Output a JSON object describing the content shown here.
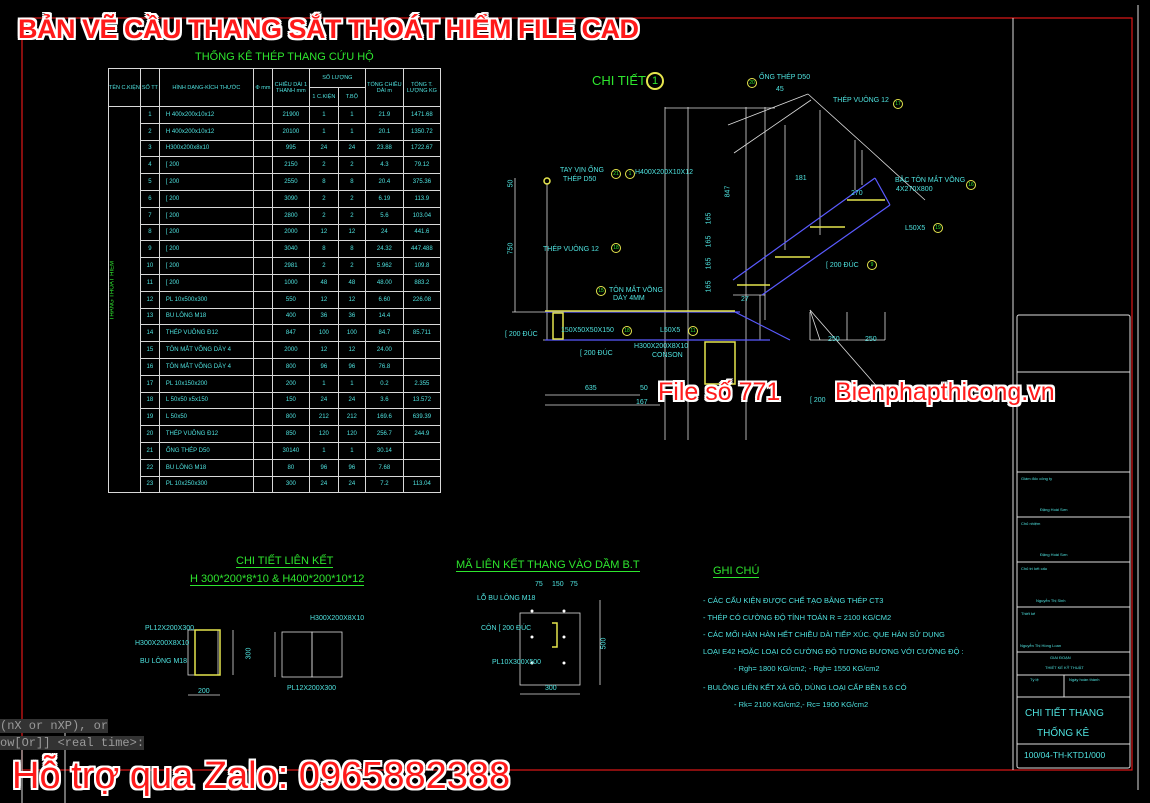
{
  "title": "BẢN VẼ CẦU THANG SẮT THOÁT HIỂM FILE CAD",
  "table": {
    "title": "THỐNG KÊ THÉP THANG CỨU HỘ",
    "headers": {
      "name": "TÊN C.KIỆN",
      "no": "SỐ TT",
      "shape": "HÌNH DẠNG-KÍCH THƯỚC",
      "phi": "Φ mm",
      "len": "CHIỀU DÀI 1 THANH mm",
      "qty": "SỐ LƯỢNG",
      "qty1": "1 C.KIỆN",
      "qtyall": "T.BỘ",
      "tlen": "TỔNG CHIỀU DÀI m",
      "tw": "TỔNG T. LƯỢNG KG"
    },
    "group": "THANG THOÁT HIỂM",
    "rows": [
      [
        "1",
        "H 400x200x10x12",
        "21900",
        "1",
        "1",
        "21.9",
        "1471.68"
      ],
      [
        "2",
        "H 400x200x10x12",
        "20100",
        "1",
        "1",
        "20.1",
        "1350.72"
      ],
      [
        "3",
        "H300x200x8x10",
        "995",
        "24",
        "24",
        "23.88",
        "1722.67"
      ],
      [
        "4",
        "[ 200",
        "2150",
        "2",
        "2",
        "4.3",
        "79.12"
      ],
      [
        "5",
        "[ 200",
        "2550",
        "8",
        "8",
        "20.4",
        "375.36"
      ],
      [
        "6",
        "[ 200",
        "3090",
        "2",
        "2",
        "6.19",
        "113.9"
      ],
      [
        "7",
        "[ 200",
        "2800",
        "2",
        "2",
        "5.6",
        "103.04"
      ],
      [
        "8",
        "[ 200",
        "2000",
        "12",
        "12",
        "24",
        "441.6"
      ],
      [
        "9",
        "[ 200",
        "3040",
        "8",
        "8",
        "24.32",
        "447.488"
      ],
      [
        "10",
        "[ 200",
        "2981",
        "2",
        "2",
        "5.962",
        "109.8"
      ],
      [
        "11",
        "[ 200",
        "1000",
        "48",
        "48",
        "48.00",
        "883.2"
      ],
      [
        "12",
        "PL 10x500x300",
        "550",
        "12",
        "12",
        "6.60",
        "226.08"
      ],
      [
        "13",
        "BU LÔNG M18",
        "400",
        "36",
        "36",
        "14.4",
        ""
      ],
      [
        "14",
        "THÉP VUÔNG Đ12",
        "847",
        "100",
        "100",
        "84.7",
        "85.711"
      ],
      [
        "15",
        "TÔN MẮT VÕNG DÀY 4",
        "2000",
        "12",
        "12",
        "24.00",
        ""
      ],
      [
        "16",
        "TÔN MẮT VÕNG DÀY 4",
        "800",
        "96",
        "96",
        "76.8",
        ""
      ],
      [
        "17",
        "PL 10x150x200",
        "200",
        "1",
        "1",
        "0.2",
        "2.355"
      ],
      [
        "18",
        "L 50x50 x5x150",
        "150",
        "24",
        "24",
        "3.6",
        "13.572"
      ],
      [
        "19",
        "L 50x50",
        "800",
        "212",
        "212",
        "169.6",
        "639.39"
      ],
      [
        "20",
        "THÉP VUÔNG Đ12",
        "850",
        "120",
        "120",
        "256.7",
        "244.9"
      ],
      [
        "21",
        "ỐNG THÉP D50",
        "30140",
        "1",
        "1",
        "30.14",
        ""
      ],
      [
        "22",
        "BU LÔNG M18",
        "80",
        "96",
        "96",
        "7.68",
        ""
      ],
      [
        "23",
        "PL 10x250x300",
        "300",
        "24",
        "24",
        "7.2",
        "113.04"
      ]
    ]
  },
  "detail": {
    "title": "CHI TIẾT",
    "num": "1",
    "labels": {
      "ong": "ỐNG THÉP D50",
      "d45": "45",
      "tv12a": "THÉP VUÔNG 12",
      "tayvin1": "TAY VỊN ỐNG",
      "tayvin2": "THÉP D50",
      "h400": "H400X200X10X12",
      "d847": "847",
      "d181": "181",
      "bac1": "BẬC TÔN MẮT VÕNG",
      "bac2": "4X270X800",
      "d270": "270",
      "l50": "L50X5",
      "c200a": "[ 200 ĐÚC",
      "tv12b": "THÉP VUÔNG 12",
      "d750": "750",
      "d50": "50",
      "ton1": "TÔN MẮT VÕNG",
      "ton2": "DÀY 4MM",
      "c200b": "[ 200 ĐÚC",
      "l150": "150X50X50X150",
      "l50b": "L50X5",
      "c200c": "[ 200 ĐÚC",
      "h300": "H300X200X8X10",
      "conson": "CONSON",
      "d27": "27",
      "d250a": "250",
      "d250b": "250",
      "d635": "635",
      "d50b": "50",
      "d167": "167",
      "d165": "165",
      "c200d": "[ 200"
    },
    "circles": {
      "c20": "20",
      "c17": "17",
      "c21": "21",
      "c1": "1",
      "c16": "16",
      "c19": "19",
      "c9": "9",
      "c18": "18",
      "c15": "15",
      "c18b": "18",
      "c11": "11"
    }
  },
  "lienket": {
    "title1": "CHI TIẾT LIÊN KẾT",
    "title2": "H 300*200*8*10 & H400*200*10*12",
    "pl": "PL12X200X300",
    "h300": "H300X200X8X10",
    "bulong": "BU LÔNG M18",
    "h300b": "H300X200X8X10",
    "plb": "PL12X200X300",
    "d300": "300",
    "d200": "200"
  },
  "ma": {
    "title": "MÃ LIÊN KẾT THANG VÀO DẦM B.T",
    "lo": "LỖ BU LÔNG M18",
    "con": "CÔN [ 200 ĐÚC",
    "pl": "PL10X300X500",
    "d75a": "75",
    "d150": "150",
    "d75b": "75",
    "d500": "500",
    "d300": "300"
  },
  "notes": {
    "title": "GHI CHÚ",
    "lines": [
      "- CÁC CẤU KIỆN ĐƯỢC CHẾ TẠO BẰNG THÉP CT3",
      "- THÉP CÓ CƯỜNG ĐỘ TÍNH TOÁN R = 2100 KG/CM2",
      "- CÁC MỐI HÀN HÀN HẾT CHIỀU DÀI TIẾP XÚC. QUE HÀN SỬ DỤNG",
      "LOẠI E42 HOẶC LOẠI CÓ CƯỜNG ĐỘ TƯƠNG ĐƯƠNG VỚI CƯỜNG ĐỘ :",
      "- Rgh= 1800 KG/cm2; - Rgh= 1550 KG/cm2",
      "- BULÔNG LIÊN KẾT XÀ GỒ, DÙNG LOẠI CẤP BỀN 5.6 CÓ",
      "- Rk= 2100 KG/cm2,- Rc= 1900 KG/cm2"
    ]
  },
  "titleblock": {
    "a": "Giám đốc công ty",
    "a2": "Đặng Hoài Sơn",
    "b": "Chủ nhiệm",
    "b2": "Đặng Hoài Sơn",
    "c": "Chủ trì kết cấu",
    "c2": "Nguyễn Thị Sinh",
    "d": "Thiết kế",
    "d2": "Nguyễn Thị Hồng Loan",
    "e1": "GIAI ĐOẠN",
    "e2": "THIẾT KẾ KỸ THUẬT",
    "f1": "Tỷ lệ",
    "f2": "Ngày hoàn thành",
    "name1": "CHI TIẾT THANG",
    "name2": "THỐNG KÊ",
    "code": "100/04-TH-KTD1/000"
  },
  "watermarks": {
    "file": "File số 771",
    "site": "Bienphapthicong.vn",
    "zalo": "Hỗ trợ qua Zalo: 0965882388"
  },
  "command": {
    "line1": "(nX or nXP), or",
    "line2": "ow[Or]] <real time>:"
  }
}
